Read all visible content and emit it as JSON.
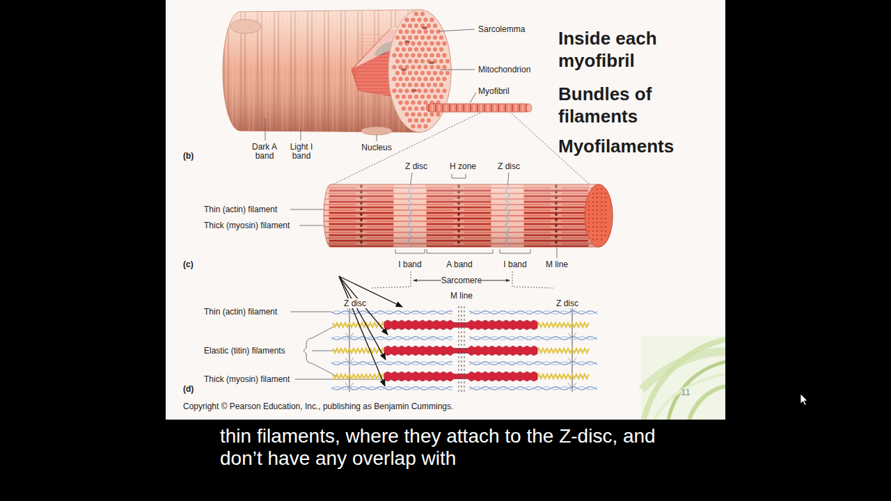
{
  "diagram": {
    "caption": "thin filaments, where they attach to the Z-disc, and don’t have any overlap with",
    "labels": [
      "Sarcolemma",
      "Inside each myofibril",
      "Mitochondrion",
      "Myofibril",
      "Bundles of filaments",
      "Myofilaments",
      "Dark A band",
      "Light I band",
      "Nucleus",
      "(b)",
      "Z disc",
      "H zone",
      "Z disc",
      "Thin (actin) filament",
      "Thick (myosin) filament",
      "(c)",
      "I band",
      "A band",
      "I band",
      "M line",
      "Sarcomere",
      "M line",
      "Z disc",
      "Z disc",
      "Thin (actin) filament",
      "Elastic (titin) filaments",
      "Thick (myosin) filament",
      "(d)",
      "11",
      "Copyright © Pearson Education, Inc., publishing as Benjamin Cummings."
    ]
  }
}
